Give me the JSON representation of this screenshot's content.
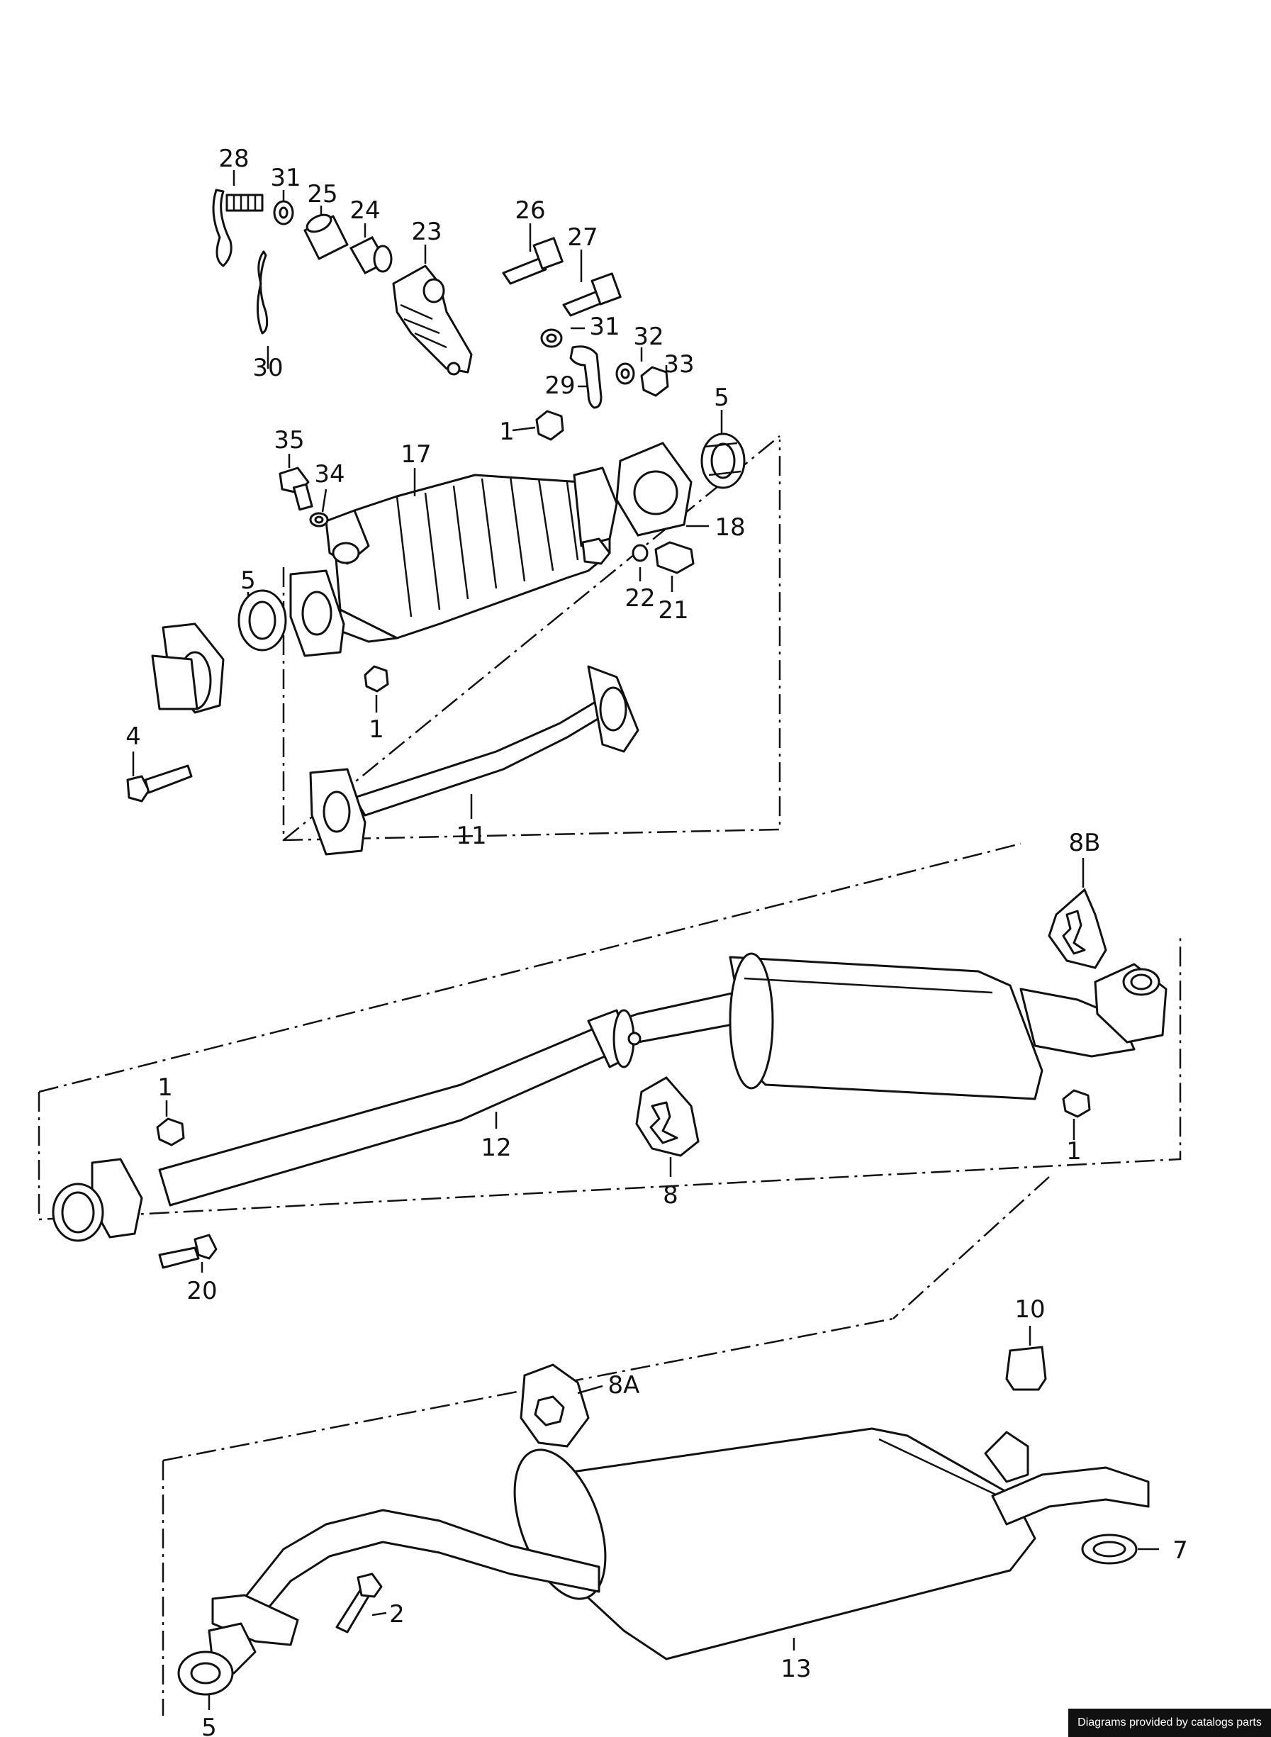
{
  "labels": {
    "p1a": "1",
    "p1b": "1",
    "p1c": "1",
    "p1d": "1",
    "p2": "2",
    "p4": "4",
    "p5a": "5",
    "p5b": "5",
    "p5c": "5",
    "p7": "7",
    "p8": "8",
    "p8a": "8A",
    "p8b": "8B",
    "p10": "10",
    "p11": "11",
    "p12": "12",
    "p13": "13",
    "p17": "17",
    "p18": "18",
    "p20": "20",
    "p21": "21",
    "p22": "22",
    "p23": "23",
    "p24": "24",
    "p25": "25",
    "p26": "26",
    "p27": "27",
    "p28": "28",
    "p29": "29",
    "p30": "30",
    "p31a": "31",
    "p31b": "31",
    "p32": "32",
    "p33": "33",
    "p34": "34",
    "p35": "35"
  },
  "credit": "Diagrams provided by catalogs parts"
}
